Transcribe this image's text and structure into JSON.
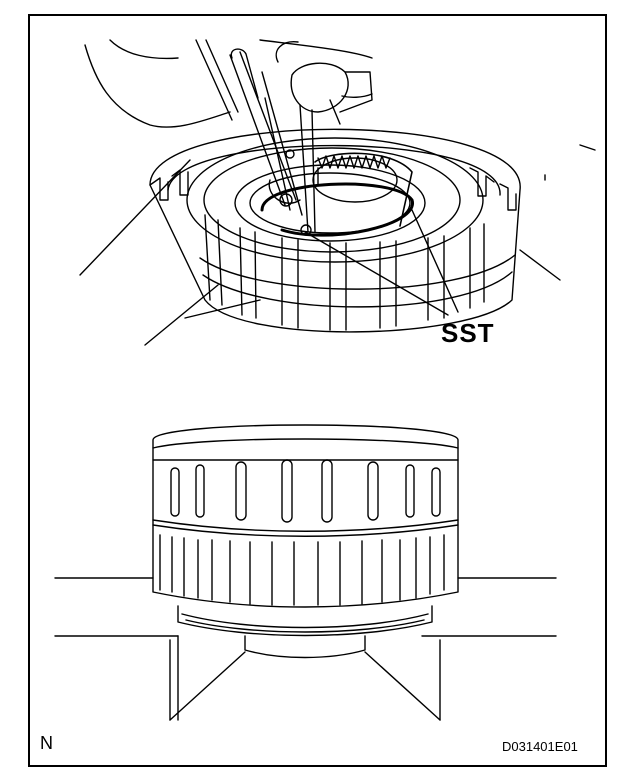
{
  "figure": {
    "callout_label": "SST",
    "corner_mark": "N",
    "figure_code": "D031401E01"
  },
  "colors": {
    "ink": "#000000",
    "paper": "#ffffff"
  }
}
